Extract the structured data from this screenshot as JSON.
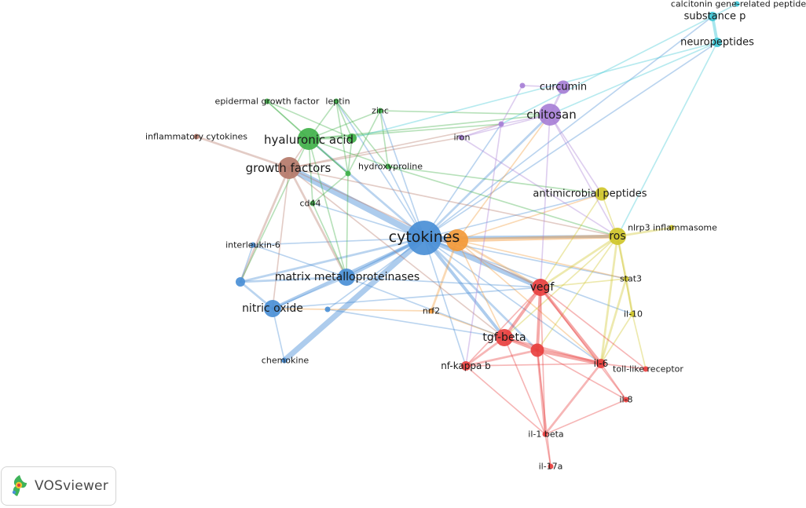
{
  "app": {
    "name": "VOSviewer"
  },
  "clusters": {
    "red": "#e8403f",
    "green": "#41b14a",
    "blue": "#4a8fd6",
    "yellow": "#cfc52a",
    "purple": "#a77fd6",
    "cyan": "#3fc7d6",
    "orange": "#f39a3a",
    "brown": "#b57a6a"
  },
  "nodes": [
    {
      "id": "cytokines",
      "label": "cytokines",
      "cluster": "blue",
      "weight": 10
    },
    {
      "id": "orange_hub",
      "label": "",
      "cluster": "orange",
      "weight": 5
    },
    {
      "id": "growth_factors",
      "label": "growth factors",
      "cluster": "brown",
      "weight": 5
    },
    {
      "id": "inflammatory_cytokines",
      "label": "inflammatory cytokines",
      "cluster": "brown",
      "weight": 1
    },
    {
      "id": "hyaluronic_acid",
      "label": "hyaluronic acid",
      "cluster": "green",
      "weight": 5
    },
    {
      "id": "epidermal_growth_factor",
      "label": "epidermal growth factor",
      "cluster": "green",
      "weight": 1
    },
    {
      "id": "leptin",
      "label": "leptin",
      "cluster": "green",
      "weight": 1
    },
    {
      "id": "zinc",
      "label": "zinc",
      "cluster": "green",
      "weight": 1
    },
    {
      "id": "green_dot",
      "label": "",
      "cluster": "green",
      "weight": 2
    },
    {
      "id": "hydroxyproline",
      "label": "hydroxyproline",
      "cluster": "green",
      "weight": 1
    },
    {
      "id": "green_small",
      "label": "",
      "cluster": "green",
      "weight": 1
    },
    {
      "id": "cd44",
      "label": "cd44",
      "cluster": "green",
      "weight": 1
    },
    {
      "id": "interleukin_6",
      "label": "interleukin-6",
      "cluster": "blue",
      "weight": 1
    },
    {
      "id": "matrix_mmp",
      "label": "matrix metalloproteinases",
      "cluster": "blue",
      "weight": 4
    },
    {
      "id": "blue_left",
      "label": "",
      "cluster": "blue",
      "weight": 2
    },
    {
      "id": "nitric_oxide",
      "label": "nitric oxide",
      "cluster": "blue",
      "weight": 4
    },
    {
      "id": "blue_small",
      "label": "",
      "cluster": "blue",
      "weight": 1
    },
    {
      "id": "chemokine",
      "label": "chemokine",
      "cluster": "blue",
      "weight": 1
    },
    {
      "id": "curcumin",
      "label": "curcumin",
      "cluster": "purple",
      "weight": 3
    },
    {
      "id": "chitosan",
      "label": "chitosan",
      "cluster": "purple",
      "weight": 5
    },
    {
      "id": "iron",
      "label": "iron",
      "cluster": "purple",
      "weight": 1
    },
    {
      "id": "purple_small1",
      "label": "",
      "cluster": "purple",
      "weight": 1
    },
    {
      "id": "purple_small2",
      "label": "",
      "cluster": "purple",
      "weight": 1
    },
    {
      "id": "cgrp",
      "label": "calcitonin gene-related peptide",
      "cluster": "cyan",
      "weight": 1
    },
    {
      "id": "substance_p",
      "label": "substance p",
      "cluster": "cyan",
      "weight": 2
    },
    {
      "id": "neuropeptides",
      "label": "neuropeptides",
      "cluster": "cyan",
      "weight": 2
    },
    {
      "id": "antimicrobial_peptides",
      "label": "antimicrobial peptides",
      "cluster": "yellow",
      "weight": 3
    },
    {
      "id": "ros",
      "label": "ros",
      "cluster": "yellow",
      "weight": 4
    },
    {
      "id": "nlrp3",
      "label": "nlrp3 inflammasome",
      "cluster": "yellow",
      "weight": 1
    },
    {
      "id": "stat3",
      "label": "stat3",
      "cluster": "yellow",
      "weight": 1
    },
    {
      "id": "il10",
      "label": "il-10",
      "cluster": "yellow",
      "weight": 1
    },
    {
      "id": "nrf2",
      "label": "nrf2",
      "cluster": "orange",
      "weight": 1
    },
    {
      "id": "vegf",
      "label": "vegf",
      "cluster": "red",
      "weight": 4
    },
    {
      "id": "tgf_beta",
      "label": "tgf-beta",
      "cluster": "red",
      "weight": 4
    },
    {
      "id": "red_hub",
      "label": "",
      "cluster": "red",
      "weight": 3
    },
    {
      "id": "nf_kappa_b",
      "label": "nf-kappa b",
      "cluster": "red",
      "weight": 2
    },
    {
      "id": "il6",
      "label": "il-6",
      "cluster": "red",
      "weight": 2
    },
    {
      "id": "tlr",
      "label": "toll-like receptor",
      "cluster": "red",
      "weight": 1
    },
    {
      "id": "il8",
      "label": "il-8",
      "cluster": "red",
      "weight": 1
    },
    {
      "id": "il1beta",
      "label": "il-1 beta",
      "cluster": "red",
      "weight": 1
    },
    {
      "id": "il17a",
      "label": "il-17a",
      "cluster": "red",
      "weight": 1
    }
  ],
  "links": [
    [
      "cytokines",
      "orange_hub",
      6
    ],
    [
      "cytokines",
      "growth_factors",
      7
    ],
    [
      "cytokines",
      "matrix_mmp",
      3
    ],
    [
      "cytokines",
      "nitric_oxide",
      3
    ],
    [
      "cytokines",
      "chemokine",
      6
    ],
    [
      "cytokines",
      "vegf",
      5
    ],
    [
      "cytokines",
      "tgf_beta",
      3
    ],
    [
      "cytokines",
      "ros",
      3
    ],
    [
      "cytokines",
      "hyaluronic_acid",
      2
    ],
    [
      "cytokines",
      "interleukin_6",
      1
    ],
    [
      "cytokines",
      "blue_left",
      2
    ],
    [
      "cytokines",
      "blue_small",
      1
    ],
    [
      "cytokines",
      "chitosan",
      2
    ],
    [
      "cytokines",
      "antimicrobial_peptides",
      1
    ],
    [
      "cytokines",
      "neuropeptides",
      1
    ],
    [
      "cytokines",
      "purple_small2",
      1
    ],
    [
      "cytokines",
      "red_hub",
      2
    ],
    [
      "cytokines",
      "il6",
      1
    ],
    [
      "cytokines",
      "nf_kappa_b",
      1
    ],
    [
      "cytokines",
      "cd44",
      1
    ],
    [
      "cytokines",
      "il10",
      1
    ],
    [
      "cytokines",
      "hydroxyproline",
      1
    ],
    [
      "cytokines",
      "zinc",
      1
    ],
    [
      "cytokines",
      "leptin",
      1
    ],
    [
      "cytokines",
      "substance_p",
      1
    ],
    [
      "cytokines",
      "stat3",
      1
    ],
    [
      "orange_hub",
      "ros",
      4
    ],
    [
      "orange_hub",
      "nrf2",
      2
    ],
    [
      "orange_hub",
      "vegf",
      2
    ],
    [
      "orange_hub",
      "antimicrobial_peptides",
      1
    ],
    [
      "orange_hub",
      "chitosan",
      1
    ],
    [
      "orange_hub",
      "stat3",
      1
    ],
    [
      "orange_hub",
      "il6",
      1
    ],
    [
      "orange_hub",
      "tgf_beta",
      1
    ],
    [
      "growth_factors",
      "inflammatory_cytokines",
      2
    ],
    [
      "growth_factors",
      "hyaluronic_acid",
      1
    ],
    [
      "growth_factors",
      "matrix_mmp",
      2
    ],
    [
      "growth_factors",
      "nitric_oxide",
      1
    ],
    [
      "growth_factors",
      "blue_left",
      2
    ],
    [
      "growth_factors",
      "vegf",
      1
    ],
    [
      "growth_factors",
      "tgf_beta",
      1
    ],
    [
      "growth_factors",
      "ros",
      1
    ],
    [
      "growth_factors",
      "iron",
      1
    ],
    [
      "growth_factors",
      "purple_small2",
      1
    ],
    [
      "hyaluronic_acid",
      "epidermal_growth_factor",
      1
    ],
    [
      "hyaluronic_acid",
      "leptin",
      1
    ],
    [
      "hyaluronic_acid",
      "zinc",
      1
    ],
    [
      "hyaluronic_acid",
      "green_dot",
      1
    ],
    [
      "hyaluronic_acid",
      "hydroxyproline",
      1
    ],
    [
      "hyaluronic_acid",
      "green_small",
      1
    ],
    [
      "hyaluronic_acid",
      "cd44",
      1
    ],
    [
      "hyaluronic_acid",
      "matrix_mmp",
      1
    ],
    [
      "hyaluronic_acid",
      "purple_small2",
      1
    ],
    [
      "hyaluronic_acid",
      "chitosan",
      1
    ],
    [
      "hyaluronic_acid",
      "blue_left",
      1
    ],
    [
      "epidermal_growth_factor",
      "green_dot",
      1
    ],
    [
      "epidermal_growth_factor",
      "green_small",
      1
    ],
    [
      "leptin",
      "green_dot",
      1
    ],
    [
      "leptin",
      "hydroxyproline",
      1
    ],
    [
      "leptin",
      "green_small",
      1
    ],
    [
      "zinc",
      "green_small",
      1
    ],
    [
      "zinc",
      "hydroxyproline",
      1
    ],
    [
      "zinc",
      "chitosan",
      1
    ],
    [
      "green_dot",
      "green_small",
      1
    ],
    [
      "green_small",
      "cd44",
      1
    ],
    [
      "green_small",
      "matrix_mmp",
      1
    ],
    [
      "hydroxyproline",
      "ros",
      1
    ],
    [
      "hydroxyproline",
      "antimicrobial_peptides",
      1
    ],
    [
      "cd44",
      "matrix_mmp",
      1
    ],
    [
      "interleukin_6",
      "matrix_mmp",
      1
    ],
    [
      "interleukin_6",
      "blue_left",
      1
    ],
    [
      "matrix_mmp",
      "nitric_oxide",
      1
    ],
    [
      "matrix_mmp",
      "blue_left",
      2
    ],
    [
      "matrix_mmp",
      "vegf",
      1
    ],
    [
      "matrix_mmp",
      "tgf_beta",
      1
    ],
    [
      "blue_left",
      "nitric_oxide",
      2
    ],
    [
      "nitric_oxide",
      "chemokine",
      1
    ],
    [
      "nitric_oxide",
      "vegf",
      1
    ],
    [
      "blue_small",
      "tgf_beta",
      1
    ],
    [
      "curcumin",
      "chitosan",
      2
    ],
    [
      "curcumin",
      "purple_small1",
      1
    ],
    [
      "chitosan",
      "purple_small2",
      1
    ],
    [
      "chitosan",
      "iron",
      1
    ],
    [
      "chitosan",
      "antimicrobial_peptides",
      1
    ],
    [
      "chitosan",
      "ros",
      1
    ],
    [
      "chitosan",
      "vegf",
      1
    ],
    [
      "purple_small1",
      "purple_small2",
      1
    ],
    [
      "purple_small2",
      "iron",
      1
    ],
    [
      "purple_small2",
      "nf_kappa_b",
      1
    ],
    [
      "iron",
      "ros",
      1
    ],
    [
      "cgrp",
      "substance_p",
      1
    ],
    [
      "substance_p",
      "neuropeptides",
      3
    ],
    [
      "substance_p",
      "purple_small2",
      1
    ],
    [
      "neuropeptides",
      "chitosan",
      1
    ],
    [
      "neuropeptides",
      "ros",
      1
    ],
    [
      "neuropeptides",
      "green_dot",
      1
    ],
    [
      "antimicrobial_peptides",
      "ros",
      1
    ],
    [
      "antimicrobial_peptides",
      "vegf",
      1
    ],
    [
      "ros",
      "nlrp3",
      2
    ],
    [
      "ros",
      "stat3",
      2
    ],
    [
      "ros",
      "il10",
      1
    ],
    [
      "ros",
      "vegf",
      2
    ],
    [
      "ros",
      "il6",
      2
    ],
    [
      "ros",
      "tgf_beta",
      1
    ],
    [
      "ros",
      "red_hub",
      1
    ],
    [
      "stat3",
      "il10",
      2
    ],
    [
      "stat3",
      "il6",
      2
    ],
    [
      "stat3",
      "vegf",
      1
    ],
    [
      "il10",
      "il6",
      1
    ],
    [
      "il10",
      "tlr",
      1
    ],
    [
      "vegf",
      "tgf_beta",
      3
    ],
    [
      "vegf",
      "red_hub",
      3
    ],
    [
      "vegf",
      "nf_kappa_b",
      1
    ],
    [
      "vegf",
      "il6",
      3
    ],
    [
      "vegf",
      "il8",
      1
    ],
    [
      "vegf",
      "il1beta",
      1
    ],
    [
      "vegf",
      "tlr",
      1
    ],
    [
      "tgf_beta",
      "red_hub",
      3
    ],
    [
      "tgf_beta",
      "nf_kappa_b",
      2
    ],
    [
      "tgf_beta",
      "il6",
      2
    ],
    [
      "tgf_beta",
      "il1beta",
      1
    ],
    [
      "red_hub",
      "il6",
      4
    ],
    [
      "red_hub",
      "nf_kappa_b",
      2
    ],
    [
      "red_hub",
      "il1beta",
      2
    ],
    [
      "red_hub",
      "il8",
      1
    ],
    [
      "red_hub",
      "il17a",
      1
    ],
    [
      "nf_kappa_b",
      "il1beta",
      1
    ],
    [
      "nf_kappa_b",
      "il6",
      1
    ],
    [
      "il6",
      "tlr",
      1
    ],
    [
      "il6",
      "il8",
      1
    ],
    [
      "il6",
      "il1beta",
      2
    ],
    [
      "il1beta",
      "il17a",
      1
    ],
    [
      "il1beta",
      "il8",
      1
    ],
    [
      "nrf2",
      "tgf_beta",
      1
    ],
    [
      "nrf2",
      "nitric_oxide",
      1
    ]
  ]
}
